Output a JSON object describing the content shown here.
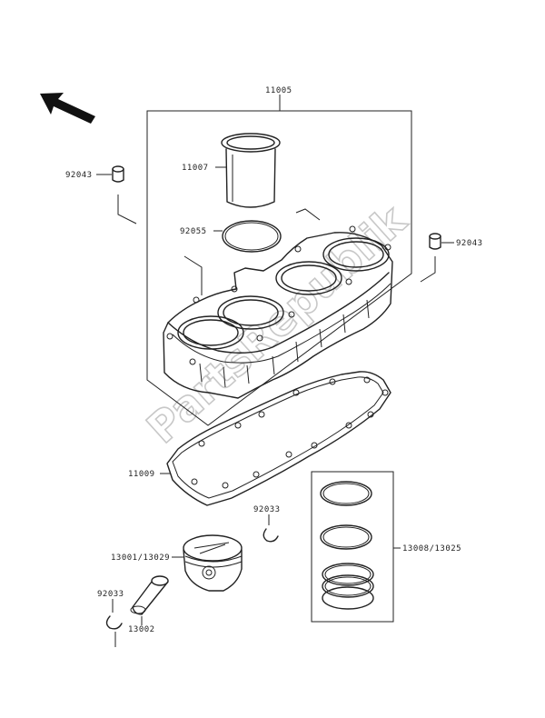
{
  "labels": {
    "cylinder_assy": "11005",
    "liner": "11007",
    "dowel_left": "92043",
    "dowel_right": "92043",
    "oring": "92055",
    "gasket": "11009",
    "snap_ring_top": "92033",
    "snap_ring_bottom": "92033",
    "piston": "13001/13029",
    "piston_pin": "13002",
    "ring_set": "13008/13025"
  },
  "watermark": "PartsRepublik",
  "colors": {
    "ink": "#222222",
    "watermark": "#c8c8c8",
    "background": "#ffffff"
  },
  "icons": {
    "direction": "arrow-up-left-icon"
  }
}
